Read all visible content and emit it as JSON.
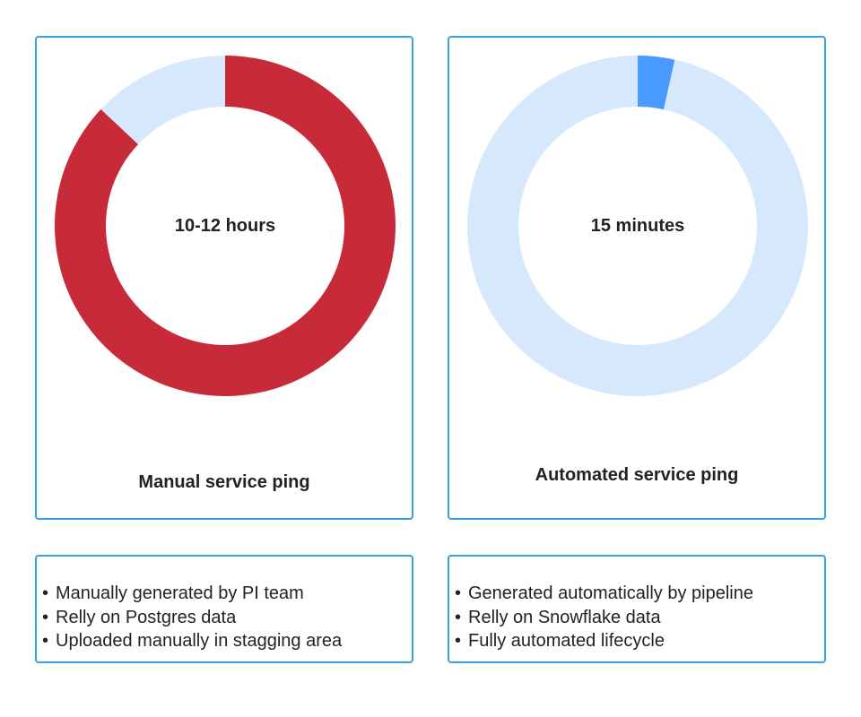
{
  "chart_data": [
    {
      "type": "pie",
      "center_label": "10-12 hours",
      "caption": "Manual service ping",
      "slices": [
        {
          "value": 0.87,
          "color": "#c72b3a"
        },
        {
          "value": 0.13,
          "color": "#d6e8fc"
        }
      ],
      "donut": true
    },
    {
      "type": "pie",
      "center_label": "15 minutes",
      "caption": "Automated service ping",
      "slices": [
        {
          "value": 0.035,
          "color": "#4a9bff"
        },
        {
          "value": 0.965,
          "color": "#d6e8fc"
        }
      ],
      "donut": true
    }
  ],
  "notes": {
    "manual": [
      "Manually generated by PI team",
      "Relly on Postgres data",
      "Uploaded manually in stagging area"
    ],
    "automated": [
      "Generated automatically by pipeline",
      "Relly on Snowflake data",
      "Fully automated lifecycle"
    ]
  },
  "colors": {
    "border": "#3aa0e0",
    "manual": "#c72b3a",
    "automated": "#4a9bff",
    "remainder": "#d6e8fc"
  }
}
